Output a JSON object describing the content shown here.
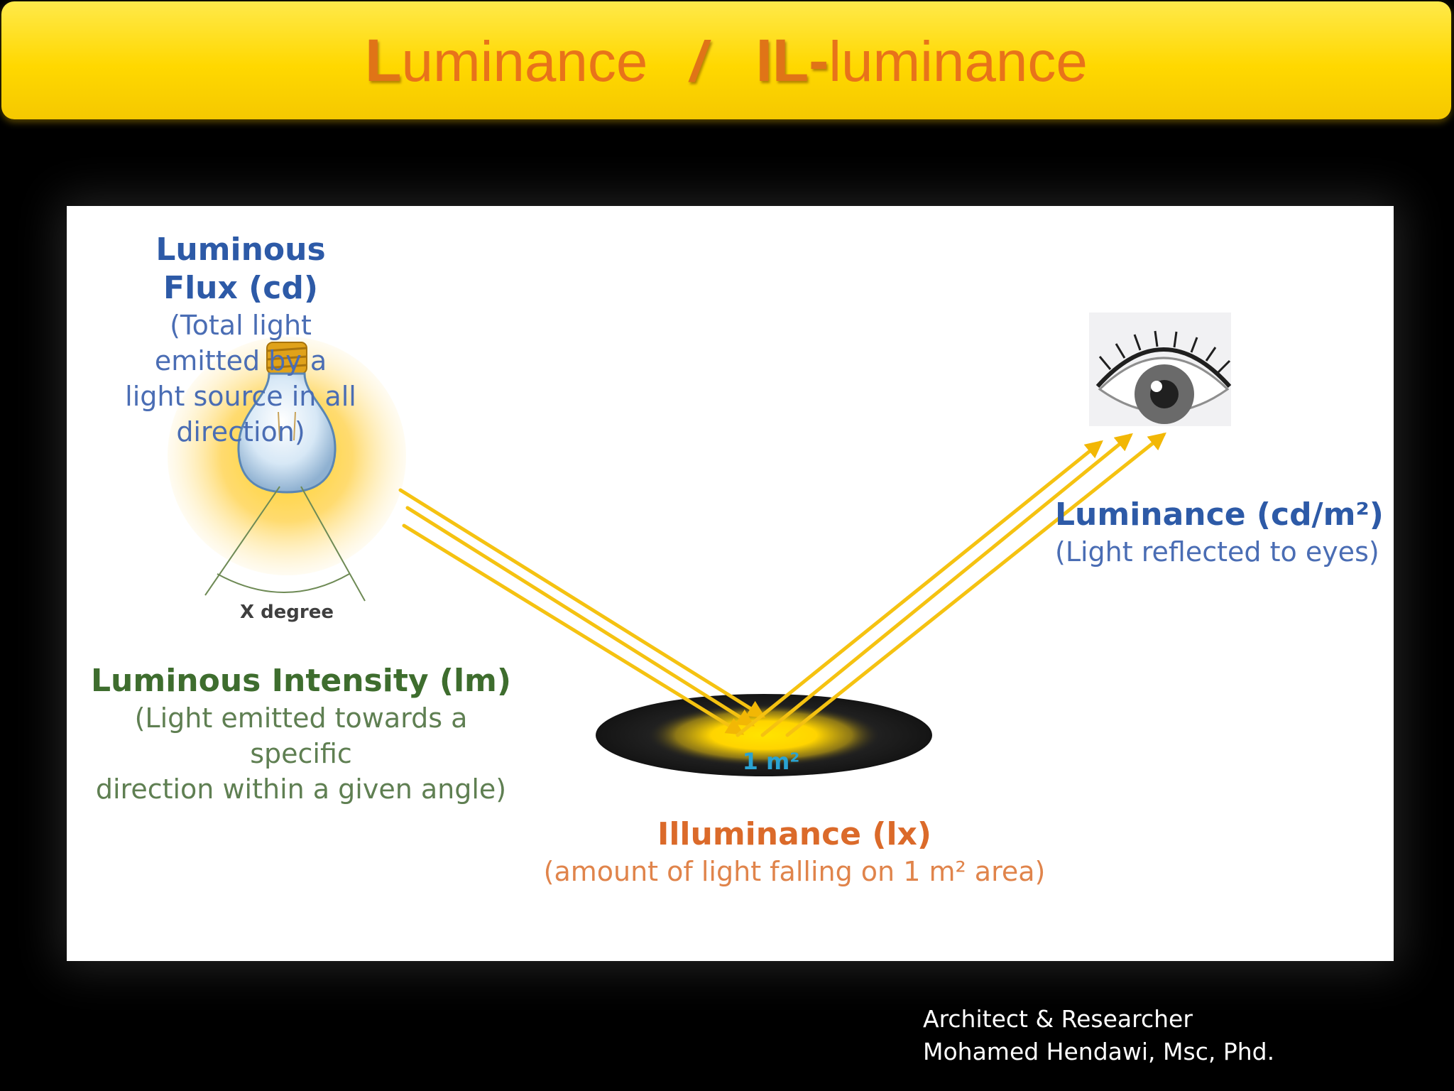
{
  "title": {
    "letter_l": "L",
    "rest_1": "uminance",
    "slash": "/",
    "prefix_il": "IL-",
    "rest_2": "luminance"
  },
  "diagram": {
    "flux": {
      "heading": "Luminous Flux (cd)",
      "line1": "(Total light emitted by a",
      "line2": "light source in all direction)"
    },
    "angle_label": "X degree",
    "intensity": {
      "heading": "Luminous Intensity (lm)",
      "line1": "(Light emitted towards a specific",
      "line2": "direction within a given angle)"
    },
    "area_label": "1 m²",
    "illuminance": {
      "heading": "Illuminance (lx)",
      "line1": "(amount of light falling on 1 m² area)"
    },
    "luminance": {
      "heading": "Luminance (cd/m²)",
      "line1": "(Light reflected to eyes)"
    },
    "icons": [
      "light-bulb-icon",
      "eye-icon"
    ],
    "colors": {
      "title_bar": "#ffd800",
      "title_text": "#e07417",
      "ray": "#f5c211"
    }
  },
  "credit": {
    "line1": "Architect & Researcher",
    "line2": "Mohamed Hendawi, Msc, Phd."
  }
}
